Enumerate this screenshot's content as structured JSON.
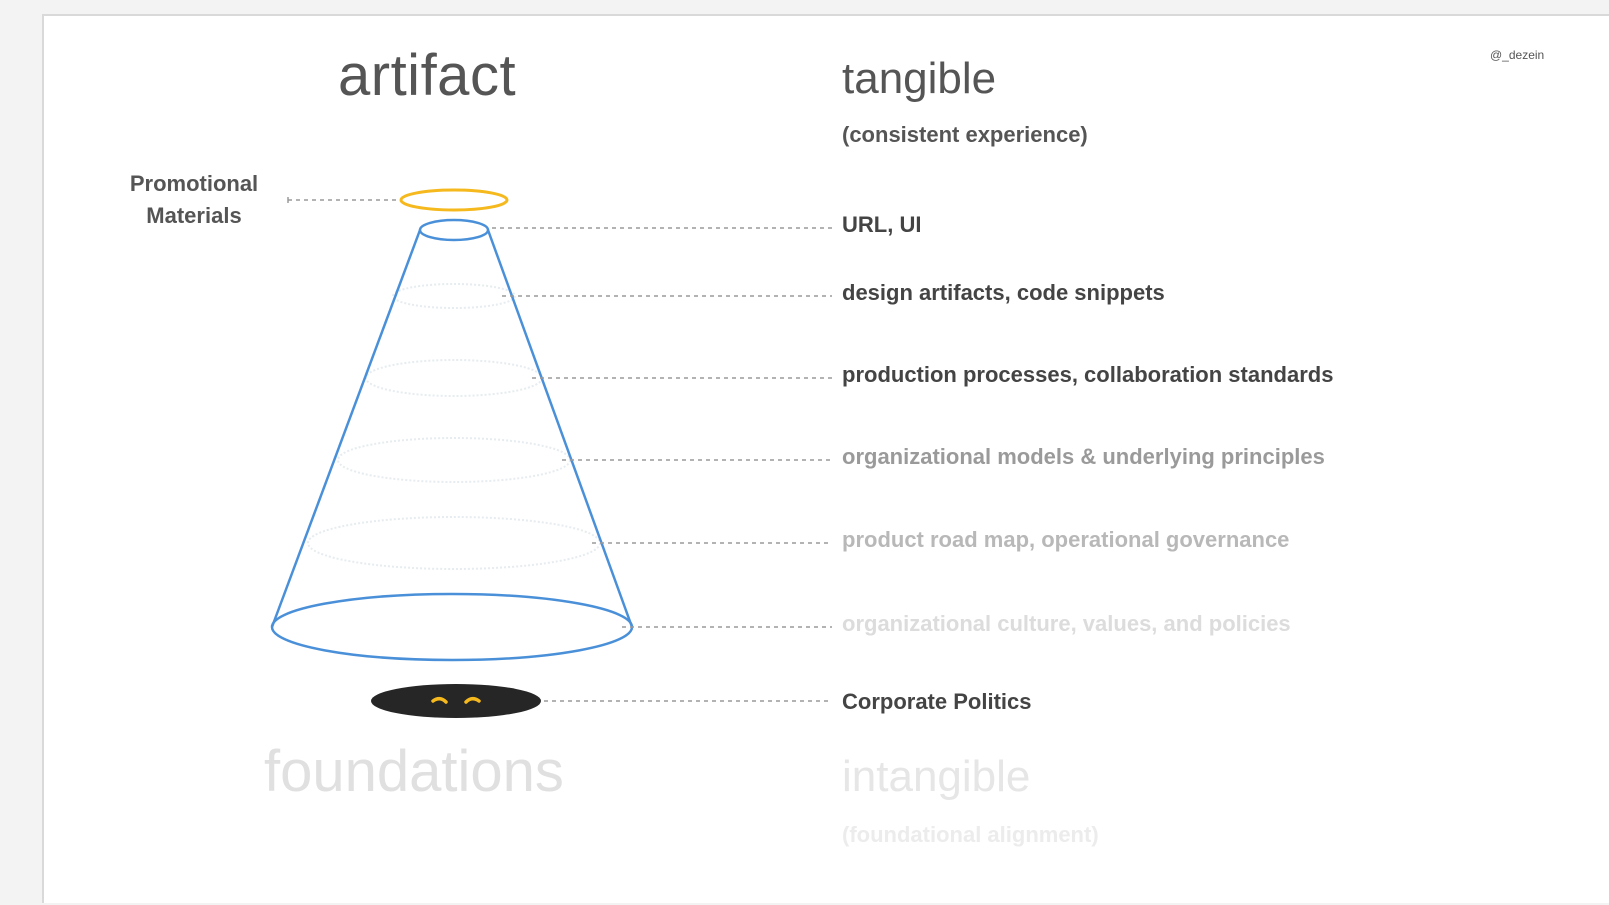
{
  "header": {
    "artifact": "artifact",
    "tangible": "tangible",
    "tangible_sub": "(consistent experience)",
    "handle": "@_dezein"
  },
  "promo": {
    "line1": "Promotional",
    "line2": "Materials"
  },
  "layers": [
    {
      "label": "URL, UI",
      "color": "#444444"
    },
    {
      "label": "design artifacts, code snippets",
      "color": "#444444"
    },
    {
      "label": "production processes, collaboration standards",
      "color": "#444444"
    },
    {
      "label": "organizational models & underlying principles",
      "color": "#9a9a9a"
    },
    {
      "label": "product road map, operational governance",
      "color": "#b8b8b8"
    },
    {
      "label": "organizational culture, values, and policies",
      "color": "#dcdcdc"
    }
  ],
  "politics": {
    "label": "Corporate Politics",
    "color": "#444444"
  },
  "footer": {
    "foundations": "foundations",
    "intangible": "intangible",
    "intangible_sub": "(foundational alignment)"
  },
  "colors": {
    "cone": "#4a90d9",
    "halo": "#f5b91e",
    "leader": "#9a9a9a",
    "shadow": "#262626",
    "eyes": "#f5b91e"
  },
  "icons": [
    "halo-icon",
    "cone-icon",
    "shadow-eyes-icon"
  ]
}
